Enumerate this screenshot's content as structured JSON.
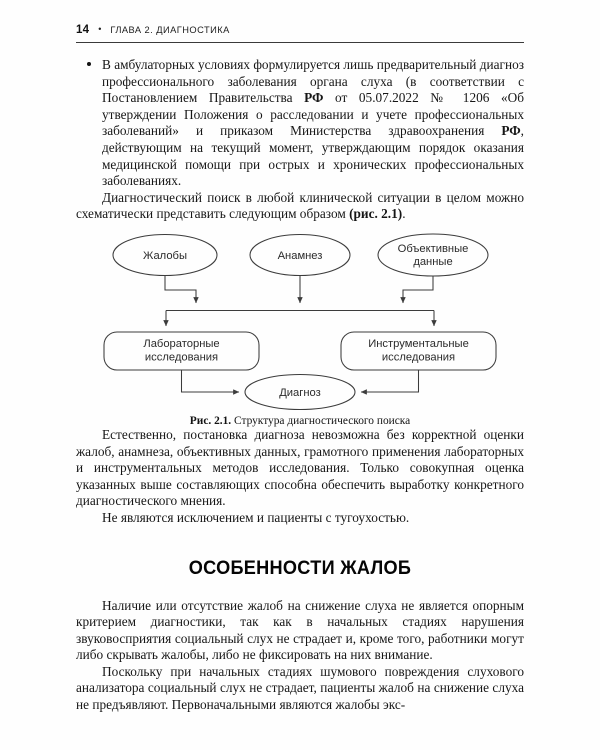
{
  "running_head": {
    "page_number": "14",
    "separator": "•",
    "chapter_title": "ГЛАВА 2. ДИАГНОСТИКА"
  },
  "bullet_paragraph": {
    "marker": "•",
    "segments": [
      {
        "text": "В амбулаторных условиях формулируется лишь предварительный диагноз профессионального заболевания органа слуха (в соответствии с Постановлением Правительства ",
        "bold": false
      },
      {
        "text": "РФ",
        "bold": true
      },
      {
        "text": " от 05.07.2022 № 1206 «Об утверждении Положения о расследовании и учете профессиональных заболеваний» и приказом Министерства здравоохранения ",
        "bold": false
      },
      {
        "text": "РФ",
        "bold": true
      },
      {
        "text": ", действующим на текущий момент, утверждающим порядок оказания медицинской помощи при острых и хронических профессиональных заболеваниях.",
        "bold": false
      }
    ]
  },
  "intro_paragraph": {
    "segments": [
      {
        "text": "Диагностический поиск в любой клинической ситуации в целом можно схематически представить следующим образом ",
        "bold": false
      },
      {
        "text": "(рис. 2.1)",
        "bold": true
      },
      {
        "text": ".",
        "bold": false
      }
    ]
  },
  "figure": {
    "caption_label": "Рис. 2.1.",
    "caption_text": " Структура диагностического поиска",
    "nodes": {
      "ellipse_1": "Жалобы",
      "ellipse_2": "Анамнез",
      "ellipse_3_line1": "Объективные",
      "ellipse_3_line2": "данные",
      "box_left_line1": "Лабораторные",
      "box_left_line2": "исследования",
      "box_right_line1": "Инструментальные",
      "box_right_line2": "исследования",
      "result_ellipse": "Диагноз"
    },
    "stroke_color": "#3c3c3c",
    "text_color": "#2b2b2b"
  },
  "paragraphs_after_figure": [
    "Естественно, постановка диагноза невозможна без корректной оценки жалоб, анамнеза, объективных данных, грамотного применения лабораторных и инструментальных методов исследования. Только совокупная оценка указанных выше составляющих способна обеспечить выработку конкретного диагностического мнения.",
    "Не являются исключением и пациенты с тугоухостью."
  ],
  "section_heading": "ОСОБЕННОСТИ ЖАЛОБ",
  "paragraphs_tail": [
    "Наличие или отсутствие жалоб на снижение слуха не является опорным критерием диагностики, так как в начальных стадиях нарушения звуковосприятия социальный слух не страдает и, кроме того, работники могут либо скрывать жалобы, либо не фиксировать на них внимание.",
    "Поскольку при начальных стадиях шумового повреждения слухового анализатора социальный слух не страдает, пациенты жалоб на снижение слуха не предъявляют. Первоначальными являются жалобы экс-"
  ]
}
